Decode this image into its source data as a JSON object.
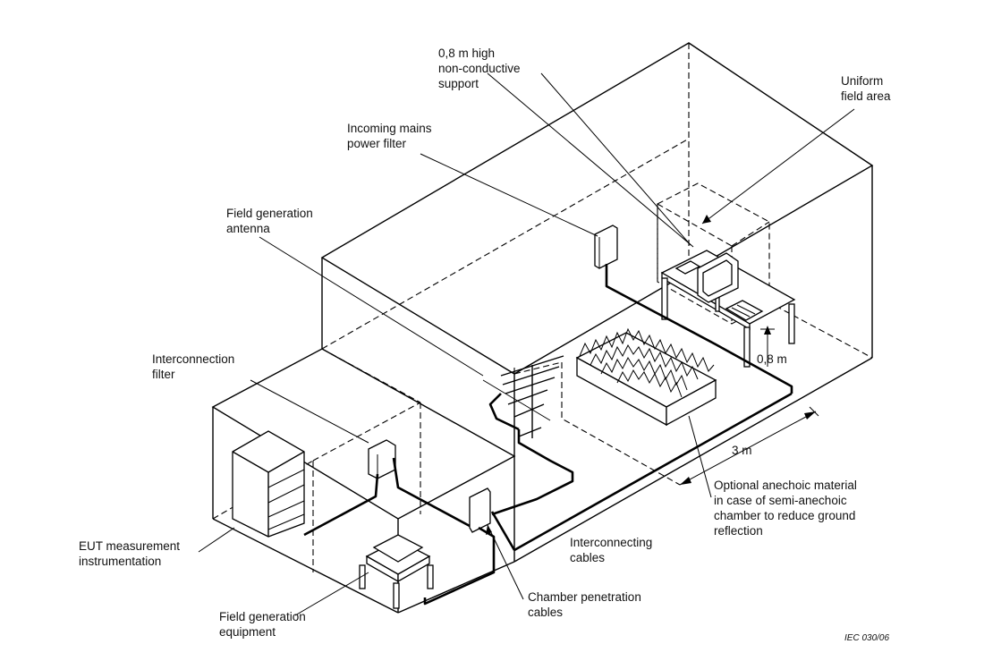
{
  "labels": {
    "support": [
      "0,8 m high",
      "non-conductive",
      "support"
    ],
    "uniform": [
      "Uniform",
      "field area"
    ],
    "mains": [
      "Incoming mains",
      "power filter"
    ],
    "antenna": [
      "Field generation",
      "antenna"
    ],
    "interfilter": [
      "Interconnection",
      "filter"
    ],
    "eutinstr": [
      "EUT measurement",
      "instrumentation"
    ],
    "fieldgen": [
      "Field generation",
      "equipment"
    ],
    "penetration": [
      "Chamber penetration",
      "cables"
    ],
    "intercables": [
      "Interconnecting",
      "cables"
    ],
    "anechoic": [
      "Optional anechoic material",
      "in case of semi-anechoic",
      "chamber to reduce ground",
      "reflection"
    ],
    "height": "0,8 m",
    "distance": "3 m",
    "ref": "IEC   030/06"
  }
}
